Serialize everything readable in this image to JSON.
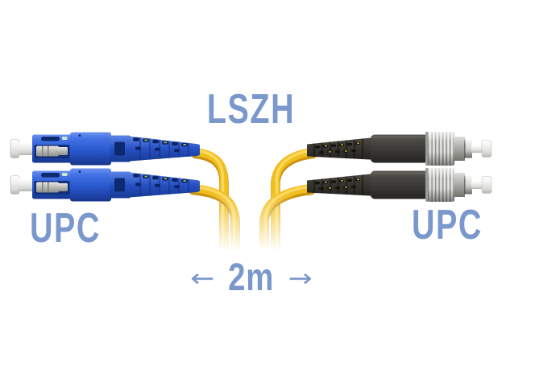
{
  "labels": {
    "jacket_type": "LSZH",
    "left_polish": "UPC",
    "right_polish": "UPC",
    "cable_length": "2m",
    "arrow_left": "←",
    "arrow_right": "→"
  },
  "colors": {
    "background": "#ffffff",
    "label_text": "#7b98cd",
    "cable_yellow": "#f0bf1f",
    "cable_yellow_shadow": "#c9920f",
    "cable_yellow_highlight": "#ffdc6a",
    "sc_connector_blue": "#2a58cf",
    "sc_detail_navy": "#0c2466",
    "fc_connector_dark": "#36342f",
    "ferrule_white": "#f1f1ef",
    "metal_silver": "#d9d9d7"
  },
  "graphics": {
    "left_top": "sc-upc-connector",
    "left_bottom": "sc-upc-connector",
    "right_top": "fc-upc-connector",
    "right_bottom": "fc-upc-connector",
    "cable": "duplex-fiber-patch-cable"
  }
}
